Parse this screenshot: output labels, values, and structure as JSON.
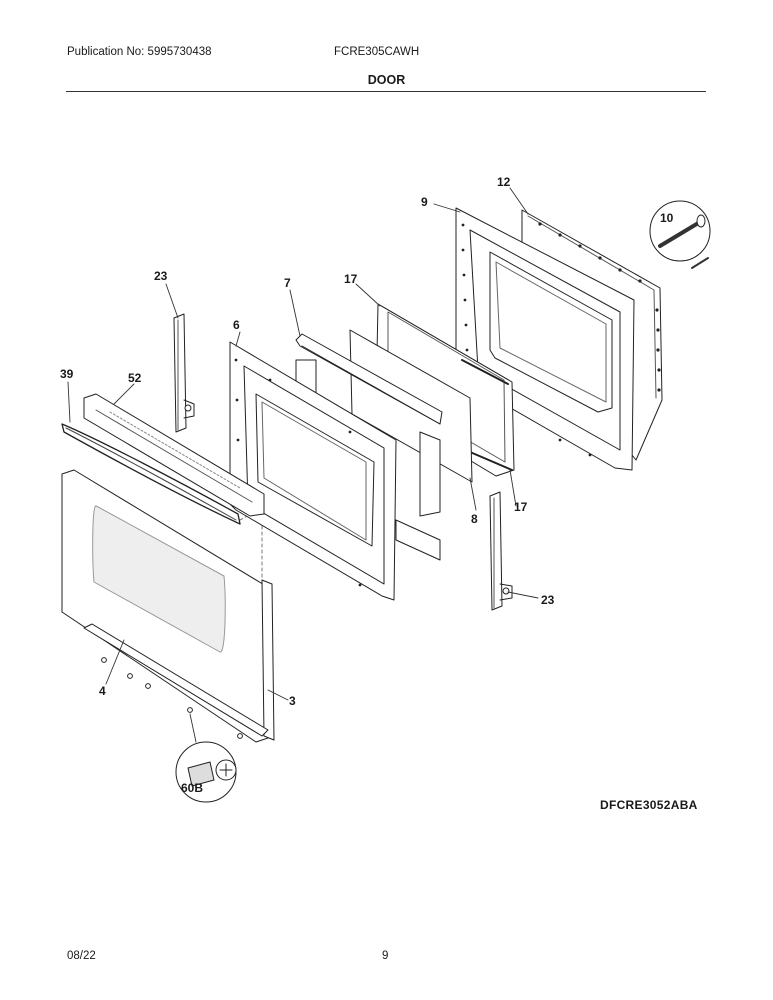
{
  "header": {
    "publication": "Publication No: 5995730438",
    "model": "FCRE305CAWH",
    "title": "DOOR"
  },
  "diagram": {
    "drawing_code": "DFCRE3052ABA",
    "callouts": [
      {
        "id": "c12",
        "label": "12"
      },
      {
        "id": "c9",
        "label": "9"
      },
      {
        "id": "c10",
        "label": "10"
      },
      {
        "id": "c23a",
        "label": "23"
      },
      {
        "id": "c7",
        "label": "7"
      },
      {
        "id": "c17a",
        "label": "17"
      },
      {
        "id": "c6",
        "label": "6"
      },
      {
        "id": "c39",
        "label": "39"
      },
      {
        "id": "c52",
        "label": "52"
      },
      {
        "id": "c8",
        "label": "8"
      },
      {
        "id": "c17b",
        "label": "17"
      },
      {
        "id": "c23b",
        "label": "23"
      },
      {
        "id": "c4",
        "label": "4"
      },
      {
        "id": "c3",
        "label": "3"
      },
      {
        "id": "c60b",
        "label": "60B"
      }
    ]
  },
  "footer": {
    "date": "08/22",
    "page": "9"
  }
}
